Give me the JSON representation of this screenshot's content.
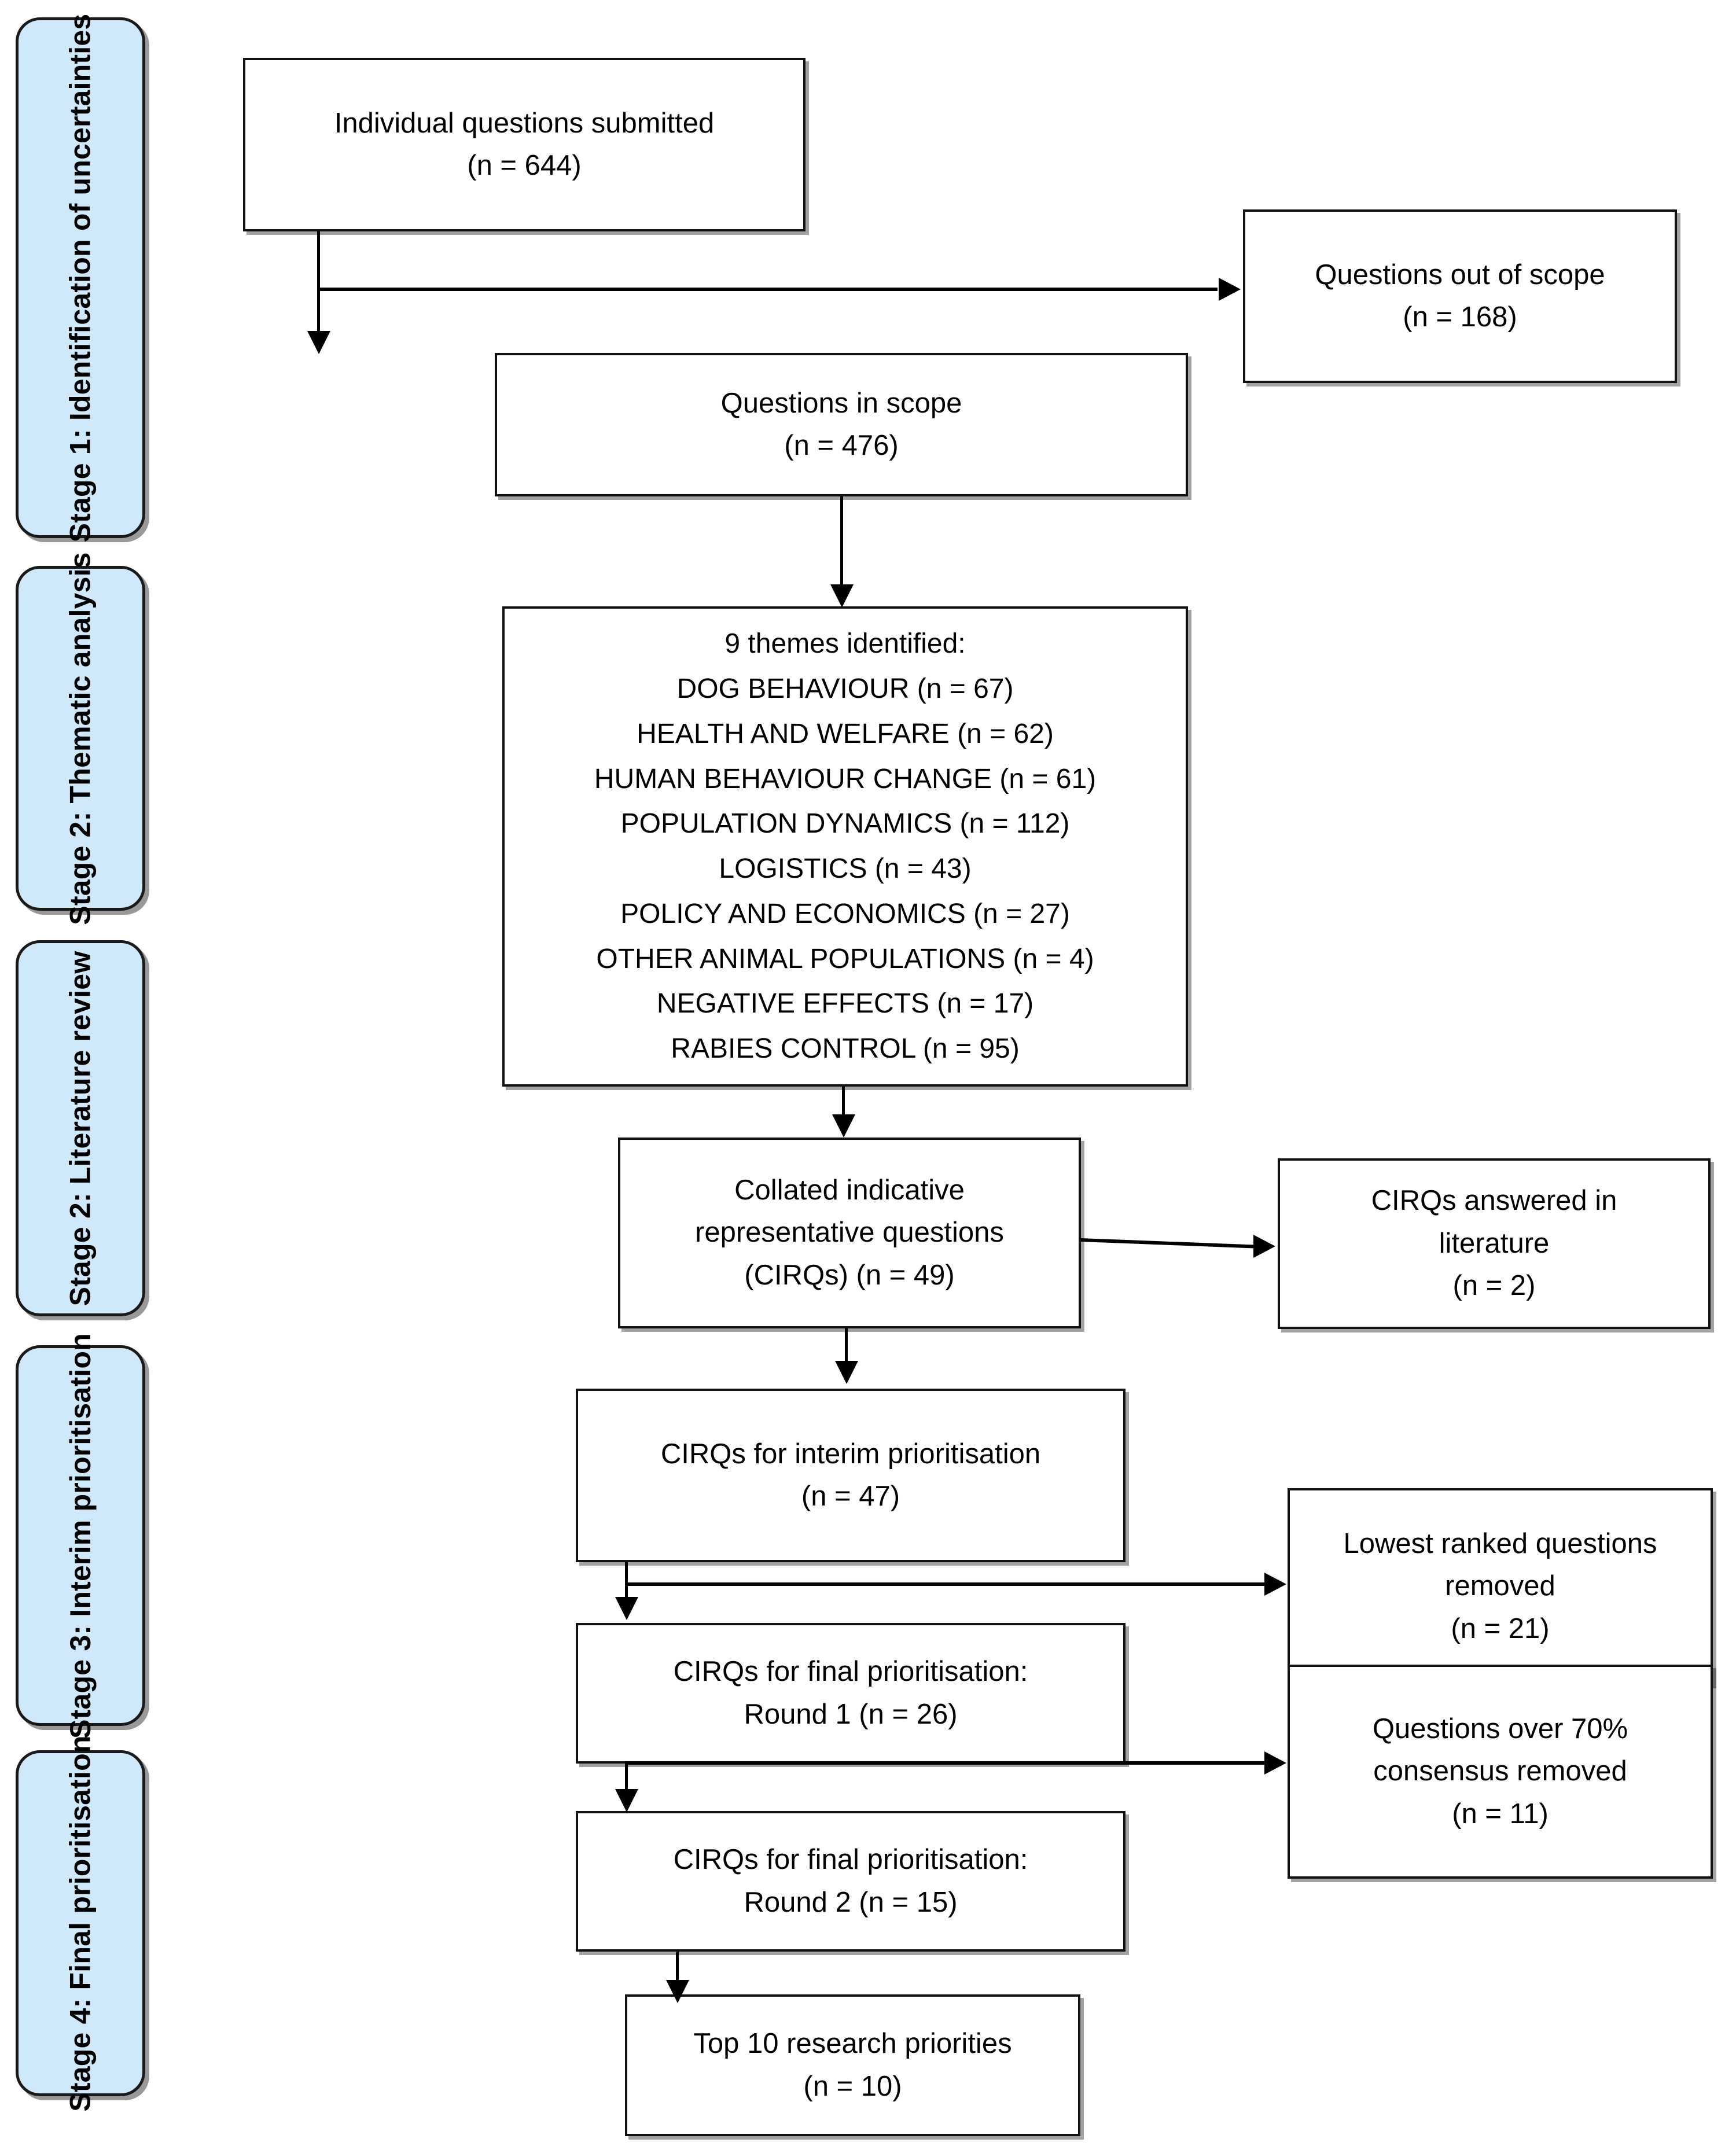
{
  "diagram": {
    "title": "Research priority setting flowchart",
    "accent_color": "#cfe8fa",
    "line_color": "#000000",
    "box_fill": "#ffffff"
  },
  "stages": [
    {
      "id": "stage-1",
      "label": "Stage 1: Identification of uncertainties"
    },
    {
      "id": "stage-2-thematic",
      "label": "Stage 2: Thematic analysis"
    },
    {
      "id": "stage-2-literature",
      "label": "Stage 2: Literature review"
    },
    {
      "id": "stage-3",
      "label": "Stage 3: Interim prioritisation"
    },
    {
      "id": "stage-4",
      "label": "Stage 4: Final prioritisation"
    }
  ],
  "boxes": {
    "submitted": "Individual questions submitted\n(n = 644)",
    "out_of_scope": "Questions out of scope\n(n = 168)",
    "in_scope": "Questions in scope\n(n = 476)",
    "themes": "9 themes identified:\nDOG BEHAVIOUR (n = 67)\nHEALTH AND WELFARE (n = 62)\nHUMAN BEHAVIOUR CHANGE (n = 61)\nPOPULATION DYNAMICS (n = 112)\nLOGISTICS (n = 43)\nPOLICY AND ECONOMICS (n = 27)\nOTHER ANIMAL POPULATIONS (n = 4)\nNEGATIVE EFFECTS (n = 17)\nRABIES CONTROL (n = 95)",
    "cirqs": "Collated indicative\nrepresentative questions\n(CIRQs) (n = 49)",
    "cirqs_answered": "CIRQs answered in\nliterature\n(n =  2)",
    "interim": "CIRQs for interim prioritisation\n(n = 47)",
    "lowest_removed": "Lowest ranked questions\nremoved\n(n =  21)",
    "round1": "CIRQs for final prioritisation:\nRound 1 (n = 26)",
    "consensus_removed": "Questions over 70%\nconsensus removed\n(n =  11)",
    "round2": "CIRQs for final prioritisation:\nRound 2 (n = 15)",
    "top10": "Top 10 research priorities\n(n = 10)"
  },
  "flow_data": {
    "type": "flowchart",
    "nodes": [
      {
        "key": "submitted",
        "label": "Individual questions submitted",
        "n": 644
      },
      {
        "key": "out_of_scope",
        "label": "Questions out of scope",
        "n": 168
      },
      {
        "key": "in_scope",
        "label": "Questions in scope",
        "n": 476
      },
      {
        "key": "themes",
        "label": "9 themes identified",
        "n": 9
      },
      {
        "key": "cirqs",
        "label": "Collated indicative representative questions (CIRQs)",
        "n": 49
      },
      {
        "key": "cirqs_answered",
        "label": "CIRQs answered in literature",
        "n": 2
      },
      {
        "key": "interim",
        "label": "CIRQs for interim prioritisation",
        "n": 47
      },
      {
        "key": "lowest_removed",
        "label": "Lowest ranked questions removed",
        "n": 21
      },
      {
        "key": "round1",
        "label": "CIRQs for final prioritisation: Round 1",
        "n": 26
      },
      {
        "key": "consensus_removed",
        "label": "Questions over 70% consensus removed",
        "n": 11
      },
      {
        "key": "round2",
        "label": "CIRQs for final prioritisation: Round 2",
        "n": 15
      },
      {
        "key": "top10",
        "label": "Top 10 research priorities",
        "n": 10
      }
    ],
    "themes_breakdown": [
      {
        "theme": "DOG BEHAVIOUR",
        "n": 67
      },
      {
        "theme": "HEALTH AND WELFARE",
        "n": 62
      },
      {
        "theme": "HUMAN BEHAVIOUR CHANGE",
        "n": 61
      },
      {
        "theme": "POPULATION DYNAMICS",
        "n": 112
      },
      {
        "theme": "LOGISTICS",
        "n": 43
      },
      {
        "theme": "POLICY AND ECONOMICS",
        "n": 27
      },
      {
        "theme": "OTHER ANIMAL POPULATIONS",
        "n": 4
      },
      {
        "theme": "NEGATIVE EFFECTS",
        "n": 17
      },
      {
        "theme": "RABIES CONTROL",
        "n": 95
      }
    ],
    "edges": [
      {
        "from": "submitted",
        "to": "out_of_scope",
        "direction": "right"
      },
      {
        "from": "submitted",
        "to": "in_scope",
        "direction": "down"
      },
      {
        "from": "in_scope",
        "to": "themes",
        "direction": "down"
      },
      {
        "from": "themes",
        "to": "cirqs",
        "direction": "down"
      },
      {
        "from": "cirqs",
        "to": "cirqs_answered",
        "direction": "right"
      },
      {
        "from": "cirqs",
        "to": "interim",
        "direction": "down"
      },
      {
        "from": "interim",
        "to": "lowest_removed",
        "direction": "right"
      },
      {
        "from": "interim",
        "to": "round1",
        "direction": "down"
      },
      {
        "from": "round1",
        "to": "consensus_removed",
        "direction": "right"
      },
      {
        "from": "round1",
        "to": "round2",
        "direction": "down"
      },
      {
        "from": "round2",
        "to": "top10",
        "direction": "down"
      }
    ]
  }
}
